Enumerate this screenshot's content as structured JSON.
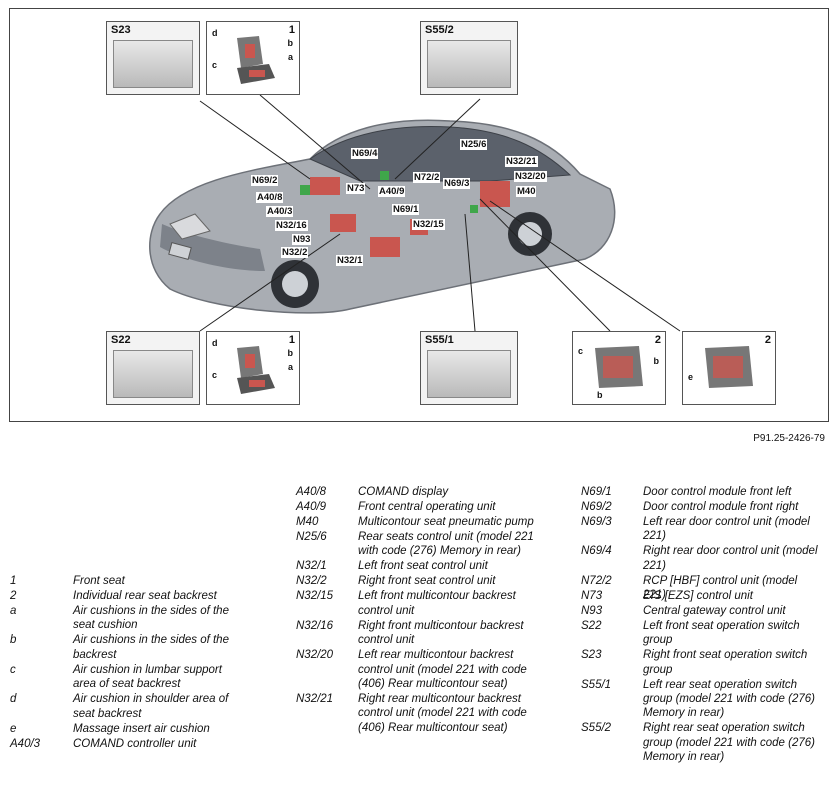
{
  "figure_ref": "P91.25-2426-79",
  "panels": {
    "s23": {
      "title": "S23"
    },
    "s55_2": {
      "title": "S55/2"
    },
    "s22": {
      "title": "S22"
    },
    "s55_1": {
      "title": "S55/1"
    },
    "seat_top": {
      "num": "1",
      "a": "a",
      "b": "b",
      "c": "c",
      "d": "d"
    },
    "seat_bottom": {
      "num": "1",
      "a": "a",
      "b": "b",
      "c": "c",
      "d": "d"
    },
    "rear1": {
      "num": "2",
      "b": "b",
      "c": "c"
    },
    "rear2": {
      "num": "2",
      "e": "e"
    }
  },
  "callouts": [
    "N69/4",
    "N25/6",
    "N32/21",
    "N32/20",
    "M40",
    "N69/2",
    "N73",
    "A40/9",
    "N72/2",
    "N69/3",
    "A40/8",
    "A40/3",
    "N69/1",
    "N32/16",
    "N32/15",
    "N93",
    "N32/2",
    "N32/1"
  ],
  "legend_col1": [
    {
      "code": "1",
      "desc": "Front seat"
    },
    {
      "code": "2",
      "desc": "Individual rear seat backrest"
    },
    {
      "code": "a",
      "desc": "Air cushions in the sides of the seat cushion"
    },
    {
      "code": "b",
      "desc": "Air cushions in the sides of the backrest"
    },
    {
      "code": "c",
      "desc": "Air cushion in lumbar support area of seat backrest"
    },
    {
      "code": "d",
      "desc": "Air cushion in shoulder area of seat backrest"
    },
    {
      "code": "e",
      "desc": "Massage insert air cushion"
    },
    {
      "code": "A40/3",
      "desc": "COMAND controller unit"
    }
  ],
  "legend_col2": [
    {
      "code": "A40/8",
      "desc": "COMAND display"
    },
    {
      "code": "A40/9",
      "desc": "Front central operating unit"
    },
    {
      "code": "M40",
      "desc": "Multicontour seat pneumatic pump"
    },
    {
      "code": "N25/6",
      "desc": "Rear seats control unit (model 221 with code (276) Memory in rear)"
    },
    {
      "code": "N32/1",
      "desc": "Left front seat control unit"
    },
    {
      "code": "N32/2",
      "desc": "Right front seat control unit"
    },
    {
      "code": "N32/15",
      "desc": "Left front multicontour backrest control unit"
    },
    {
      "code": "N32/16",
      "desc": "Right front multicontour backrest control unit"
    },
    {
      "code": "N32/20",
      "desc": "Left rear multicontour backrest control unit (model 221 with code (406) Rear multicontour seat)"
    },
    {
      "code": "N32/21",
      "desc": "Right rear multicontour backrest control unit (model 221 with code (406) Rear multicontour seat)"
    }
  ],
  "legend_col3": [
    {
      "code": "N69/1",
      "desc": "Door control module front left"
    },
    {
      "code": "N69/2",
      "desc": "Door control module front right"
    },
    {
      "code": "N69/3",
      "desc": "Left rear door control unit (model 221)"
    },
    {
      "code": "N69/4",
      "desc": "Right rear door control unit (model 221)"
    },
    {
      "code": "N72/2",
      "desc": "RCP [HBF] control unit (model 221)"
    },
    {
      "code": "N73",
      "desc": "EIS [EZS] control unit"
    },
    {
      "code": "N93",
      "desc": "Central gateway control unit"
    },
    {
      "code": "S22",
      "desc": "Left front seat operation switch group"
    },
    {
      "code": "S23",
      "desc": "Right front seat operation switch group"
    },
    {
      "code": "S55/1",
      "desc": "Left rear seat operation switch group (model 221 with code (276) Memory in rear)"
    },
    {
      "code": "S55/2",
      "desc": "Right rear seat operation switch group (model 221 with code (276) Memory in rear)"
    }
  ]
}
